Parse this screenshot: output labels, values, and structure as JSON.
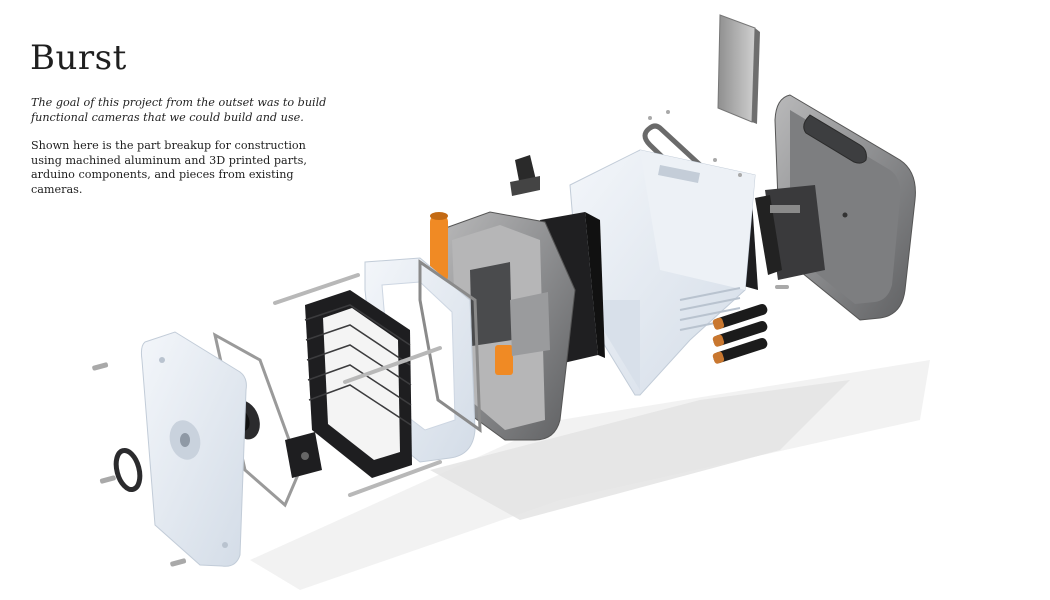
{
  "heading": {
    "title": "Burst",
    "lede": "The goal of this project from the outset was to build functional cameras that we could build and use.",
    "body": "Shown here is the part breakup for construction using machined aluminum and 3D printed parts, arduino components, and pieces from existing cameras."
  },
  "illustration": {
    "subject": "exploded-view-camera",
    "colors": {
      "aluminum": "#9a9a9a",
      "aluminum_dark": "#5f6062",
      "printed_white": "#e8eef6",
      "printed_edge": "#c8d2de",
      "bellows": "#262628",
      "battery_copper": "#c9772f",
      "accent_orange": "#f08a24",
      "shadow": "#e4e4e4"
    }
  }
}
